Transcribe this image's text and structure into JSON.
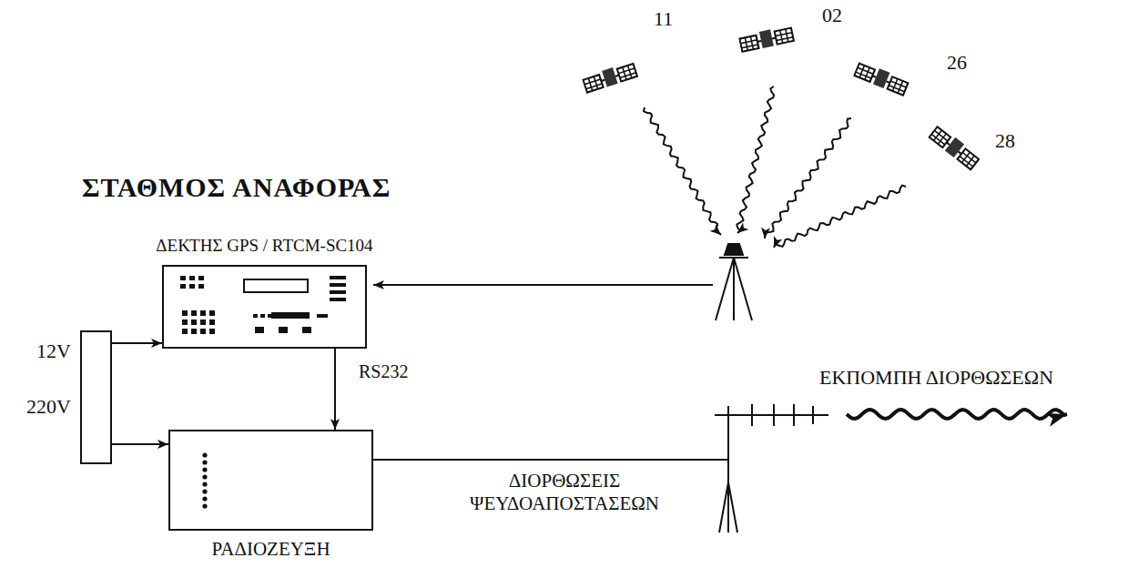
{
  "diagram": {
    "title": "ΣΤΑΘΜΟΣ ΑΝΑΦΟΡΑΣ",
    "nodes": [
      {
        "text": [
          "ΔΕΚΤΗΣ GPS / RTCM-SC104"
        ]
      },
      {
        "text": [
          "12V",
          "220V"
        ]
      },
      {
        "text": [
          "ΡΑΔΙΟΖΕΥΞΗ"
        ]
      }
    ],
    "edges": [
      {
        "from": 1,
        "to": 0,
        "arrow": "to"
      },
      {
        "from": 1,
        "to": 2,
        "arrow": "to"
      },
      {
        "from": 0,
        "to": 2,
        "label": "RS232",
        "arrow": "to"
      }
    ],
    "labels": [
      "11",
      "02",
      "26",
      "28",
      "ΔΙΟΡΘΩΣΕΙΣ ΨΕΥΔΟΑΠΟΣΤΑΣΕΩΝ",
      "ΕΚΠΟΜΠΗ ΔΙΟΡΘΩΣΕΩΝ"
    ]
  }
}
